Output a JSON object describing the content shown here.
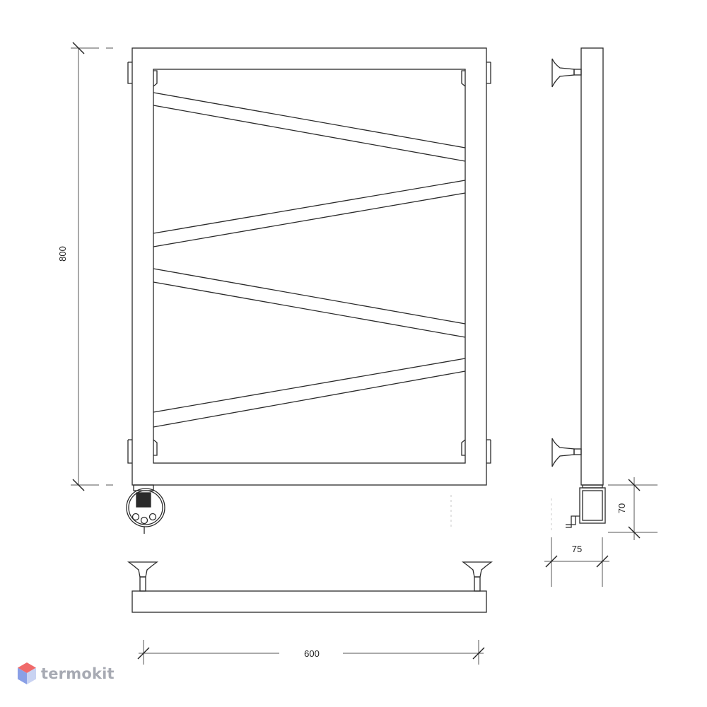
{
  "dimensions": {
    "height": "800",
    "width": "600",
    "depth": "75",
    "unit_height": "70"
  },
  "brand": {
    "name": "termokit",
    "logo_colors": [
      "#f06a6a",
      "#8aa0e6",
      "#c9d3f2"
    ]
  },
  "colors": {
    "line": "#2a2a2a",
    "thin_line": "#666666"
  }
}
